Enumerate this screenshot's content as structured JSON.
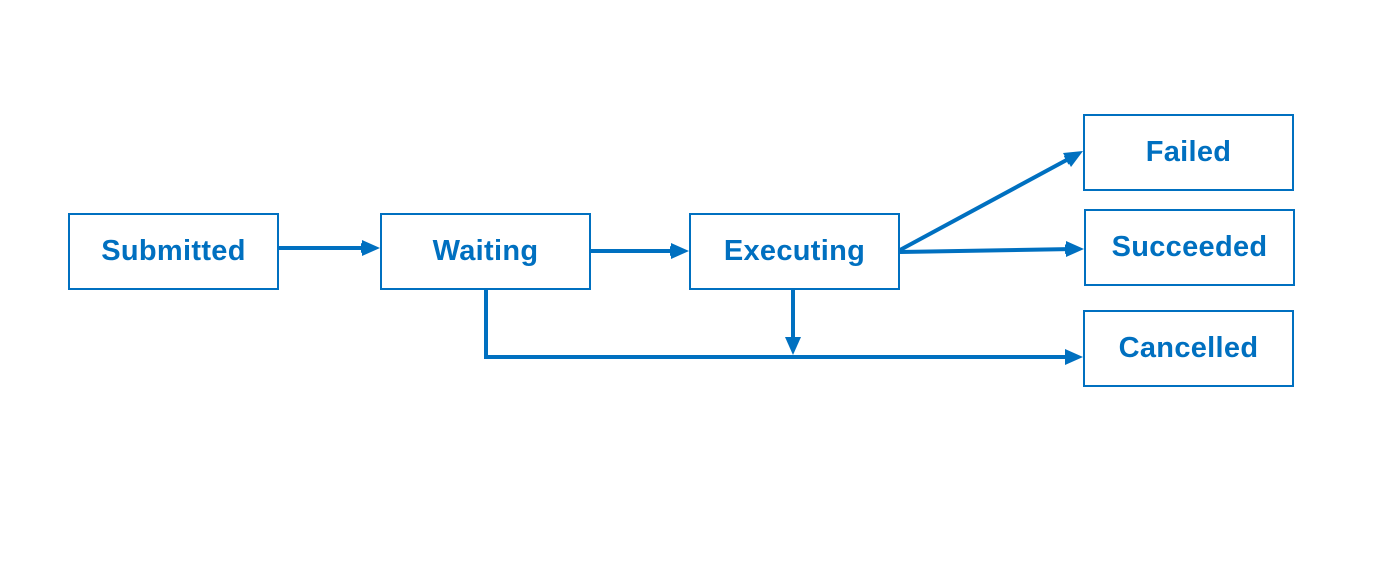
{
  "diagram": {
    "accent_color": "#0070c0",
    "nodes": {
      "submitted": "Submitted",
      "waiting": "Waiting",
      "executing": "Executing",
      "failed": "Failed",
      "succeeded": "Succeeded",
      "cancelled": "Cancelled"
    },
    "transitions": [
      {
        "from": "submitted",
        "to": "waiting"
      },
      {
        "from": "waiting",
        "to": "executing"
      },
      {
        "from": "executing",
        "to": "failed"
      },
      {
        "from": "executing",
        "to": "succeeded"
      },
      {
        "from": "executing",
        "to": "cancelled"
      },
      {
        "from": "waiting",
        "to": "cancelled"
      }
    ]
  }
}
